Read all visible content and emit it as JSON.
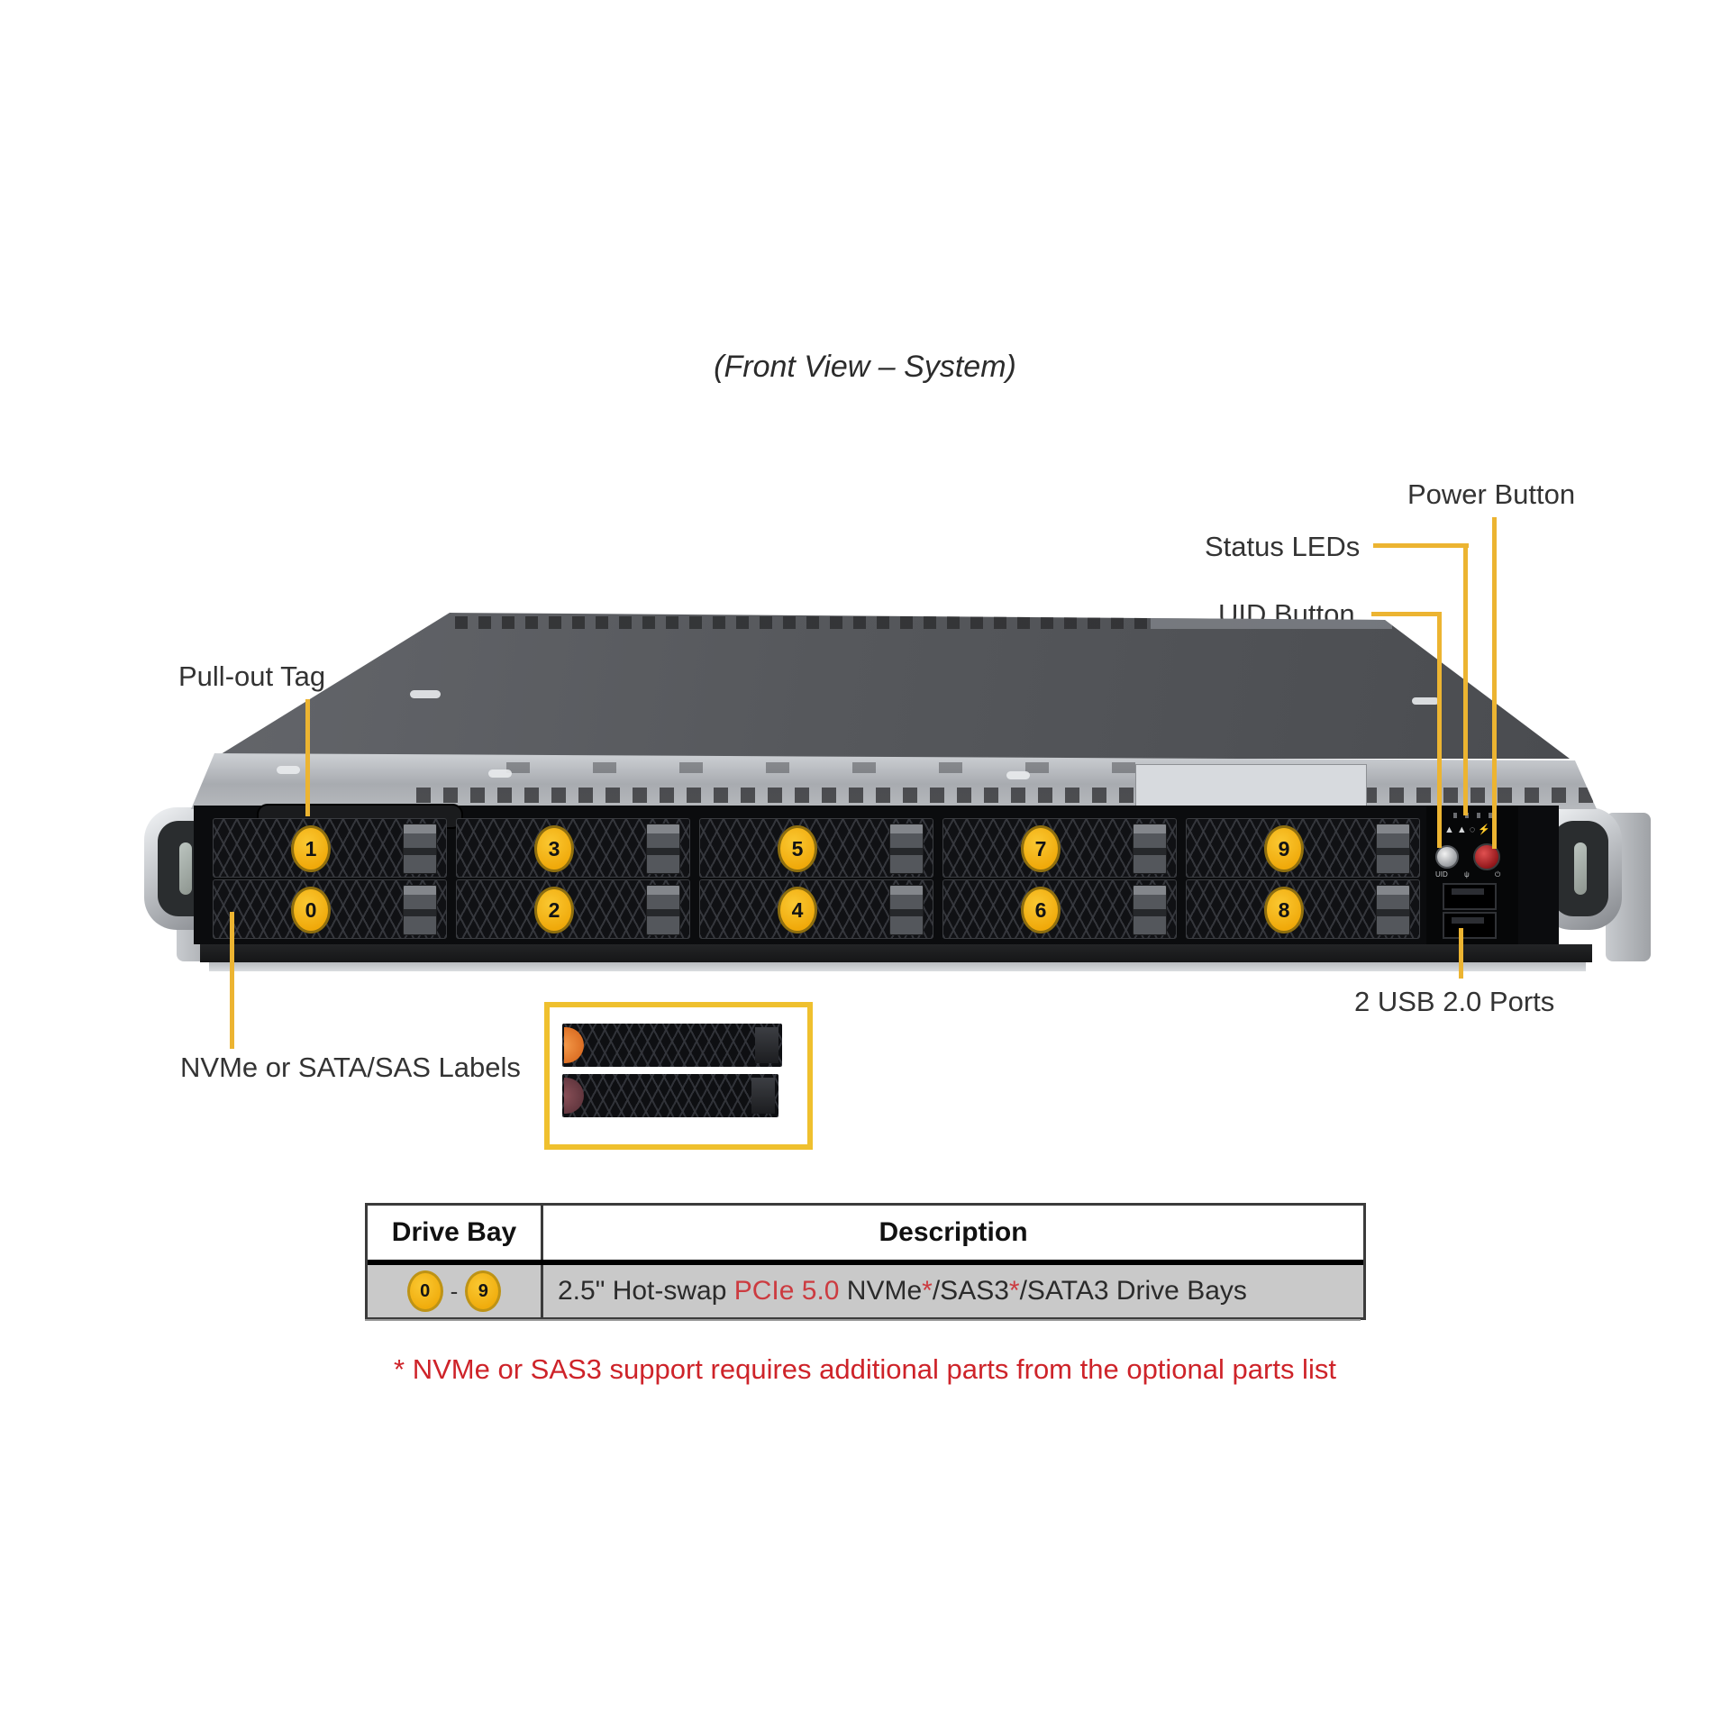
{
  "title": "(Front View – System)",
  "labels": {
    "power_button": "Power Button",
    "status_leds": "Status LEDs",
    "uid_button": "UID Button",
    "pull_out_tag": "Pull-out Tag",
    "usb_ports": "2 USB 2.0 Ports",
    "drive_labels": "NVMe or SATA/SAS Labels"
  },
  "server": {
    "drive_bays_top": [
      "1",
      "3",
      "5",
      "7",
      "9"
    ],
    "drive_bays_bottom": [
      "0",
      "2",
      "4",
      "6",
      "8"
    ],
    "control_panel": {
      "led_icons": "▲▲◌⚡",
      "uid_text": "UID",
      "usb_icon": "ψ",
      "power_icon": "⏻"
    }
  },
  "table": {
    "header_drive_bay": "Drive Bay",
    "header_description": "Description",
    "row": {
      "bay_from": "0",
      "separator": "-",
      "bay_to": "9",
      "desc_1": "2.5\" Hot-swap ",
      "desc_red": "PCIe 5.0",
      "desc_2": " NVMe",
      "desc_star1": "*",
      "desc_3": "/SAS3",
      "desc_star2": "*",
      "desc_4": "/SATA3 Drive Bays"
    }
  },
  "footnote": "* NVMe or SAS3 support requires additional parts from the optional parts list",
  "colors": {
    "callout_yellow": "#ECB431",
    "bay_badge_fill": "#F5B615",
    "bay_badge_ring": "#8F6F0F",
    "accent_red": "#CE2329",
    "table_row_bg": "#C9C9C9"
  }
}
